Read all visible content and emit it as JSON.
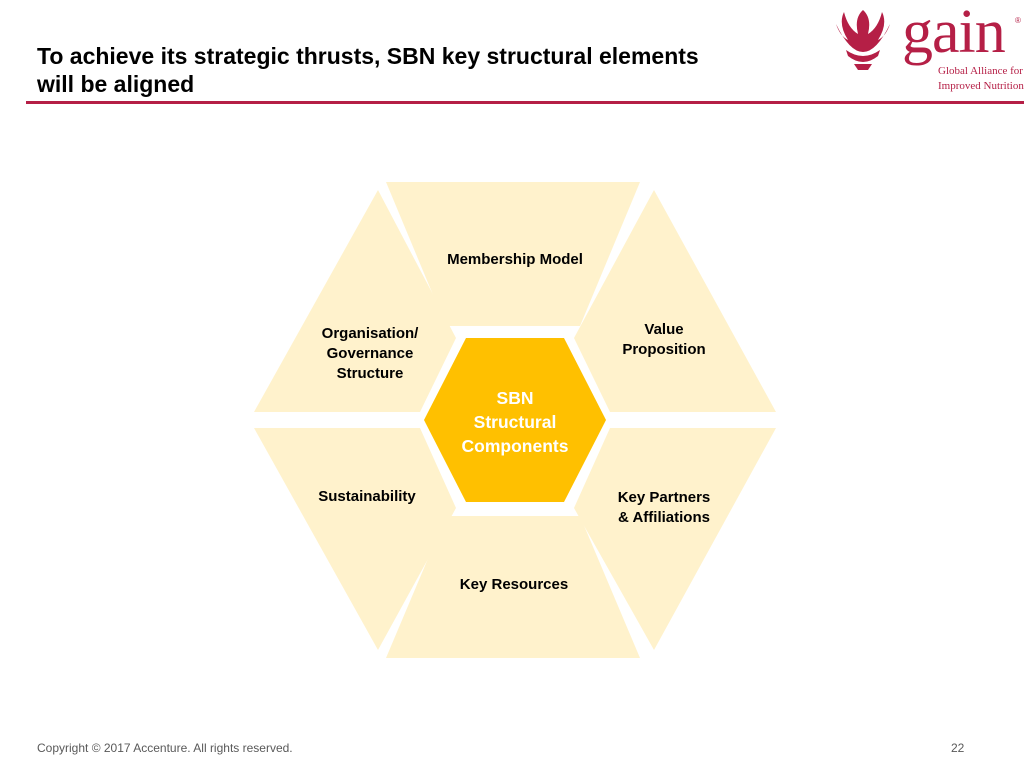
{
  "header": {
    "title_line1": "To achieve its strategic thrusts, SBN key structural elements",
    "title_line2": "will be aligned"
  },
  "logo": {
    "wordmark": "gain",
    "registered": "®",
    "tagline_line1": "Global Alliance for",
    "tagline_line2": "Improved Nutrition"
  },
  "diagram": {
    "center": {
      "line1": "SBN",
      "line2": "Structural",
      "line3": "Components"
    },
    "segments": {
      "top": {
        "line1": "Membership Model"
      },
      "upper_right": {
        "line1": "Value",
        "line2": "Proposition"
      },
      "lower_right": {
        "line1": "Key Partners",
        "line2": "& Affiliations"
      },
      "bottom": {
        "line1": "Key Resources"
      },
      "lower_left": {
        "line1": "Sustainability"
      },
      "upper_left": {
        "line1": "Organisation/",
        "line2": "Governance",
        "line3": "Structure"
      }
    },
    "colors": {
      "segment_fill": "#fff2cc",
      "center_fill": "#ffc000",
      "accent": "#b51f46"
    }
  },
  "footer": {
    "copyright": "Copyright © 2017 Accenture. All rights reserved.",
    "page_number": "22"
  }
}
